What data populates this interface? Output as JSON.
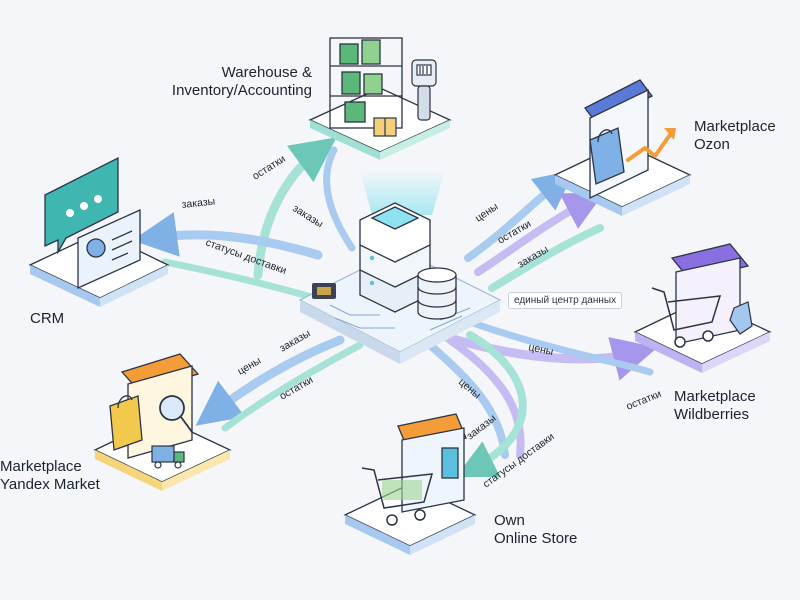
{
  "hub": {
    "label": "единый центр данных"
  },
  "nodes": {
    "warehouse": {
      "line1": "Warehouse &",
      "line2": "Inventory/Accounting"
    },
    "crm": {
      "line1": "CRM"
    },
    "ozon": {
      "line1": "Marketplace",
      "line2": "Ozon"
    },
    "wildberries": {
      "line1": "Marketplace",
      "line2": "Wildberries"
    },
    "yandex": {
      "line1": "Marketplace",
      "line2": "Yandex Market"
    },
    "store": {
      "line1": "Own",
      "line2": "Online Store"
    }
  },
  "flows": {
    "warehouse_stock": "остатки",
    "warehouse_orders": "заказы",
    "crm_orders": "заказы",
    "crm_delivery": "статусы доставки",
    "ozon_prices": "цены",
    "ozon_stock": "остатки",
    "ozon_orders": "заказы",
    "wb_prices": "цены",
    "wb_stock": "остатки",
    "yandex_prices": "цены",
    "yandex_orders": "заказы",
    "yandex_stock": "остатки",
    "store_prices": "цены",
    "store_orders": "заказы",
    "store_delivery": "статусы доставки"
  },
  "colors": {
    "background": "#f4f6fa",
    "tile_top": "#ffffff",
    "tile_edge_teal": "#7fd3c6",
    "tile_edge_blue": "#8db7e8",
    "tile_edge_purple": "#a99be6",
    "tile_edge_yellow": "#f2c94c",
    "line_teal": "#7fd3c6",
    "line_blue": "#8ab8ea",
    "line_purple": "#b4a8ee",
    "outline": "#2b3445",
    "accent_orange": "#f39c38",
    "accent_green": "#5bb878",
    "accent_purple": "#8a6fe0"
  }
}
